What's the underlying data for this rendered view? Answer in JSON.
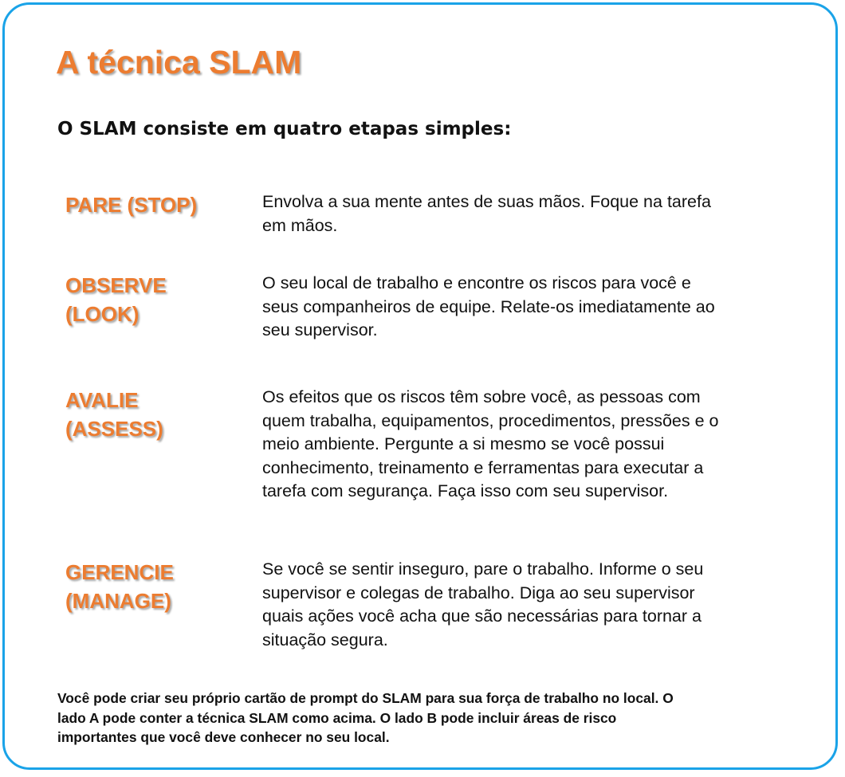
{
  "title": "A técnica SLAM",
  "subtitle": "O SLAM consiste em quatro etapas simples:",
  "colors": {
    "accent": "#ec7c30",
    "border": "#1aa3e8",
    "text": "#111111"
  },
  "steps": [
    {
      "label_lines": [
        "PARE (STOP)"
      ],
      "text_lines": [
        "Envolva a sua mente antes de suas mãos. Foque na tarefa",
        "em mãos."
      ]
    },
    {
      "label_lines": [
        "OBSERVE",
        "(LOOK)"
      ],
      "text_lines": [
        "O seu local de trabalho e encontre os riscos para você e",
        "seus companheiros de equipe. Relate-os imediatamente ao",
        "seu supervisor."
      ]
    },
    {
      "label_lines": [
        "AVALIE",
        "(ASSESS)"
      ],
      "text_lines": [
        "Os efeitos que os riscos têm sobre você,  as pessoas com",
        "quem trabalha, equipamentos, procedimentos, pressões e o",
        "meio ambiente. Pergunte a si mesmo se você possui",
        "conhecimento, treinamento e ferramentas para executar a",
        "tarefa com segurança. Faça isso com seu supervisor."
      ]
    },
    {
      "label_lines": [
        "GERENCIE",
        "(MANAGE)"
      ],
      "text_lines": [
        "Se você se sentir inseguro, pare o trabalho. Informe o seu",
        "supervisor e colegas de trabalho. Diga ao seu supervisor",
        "quais ações você acha que são necessárias para tornar a",
        "situação segura."
      ]
    }
  ],
  "footer_lines": [
    "Você pode criar seu próprio cartão de prompt do SLAM para sua força de trabalho no local. O",
    "lado A pode conter a técnica SLAM como acima. O lado B pode incluir áreas de risco",
    "importantes que você deve conhecer no seu local."
  ]
}
